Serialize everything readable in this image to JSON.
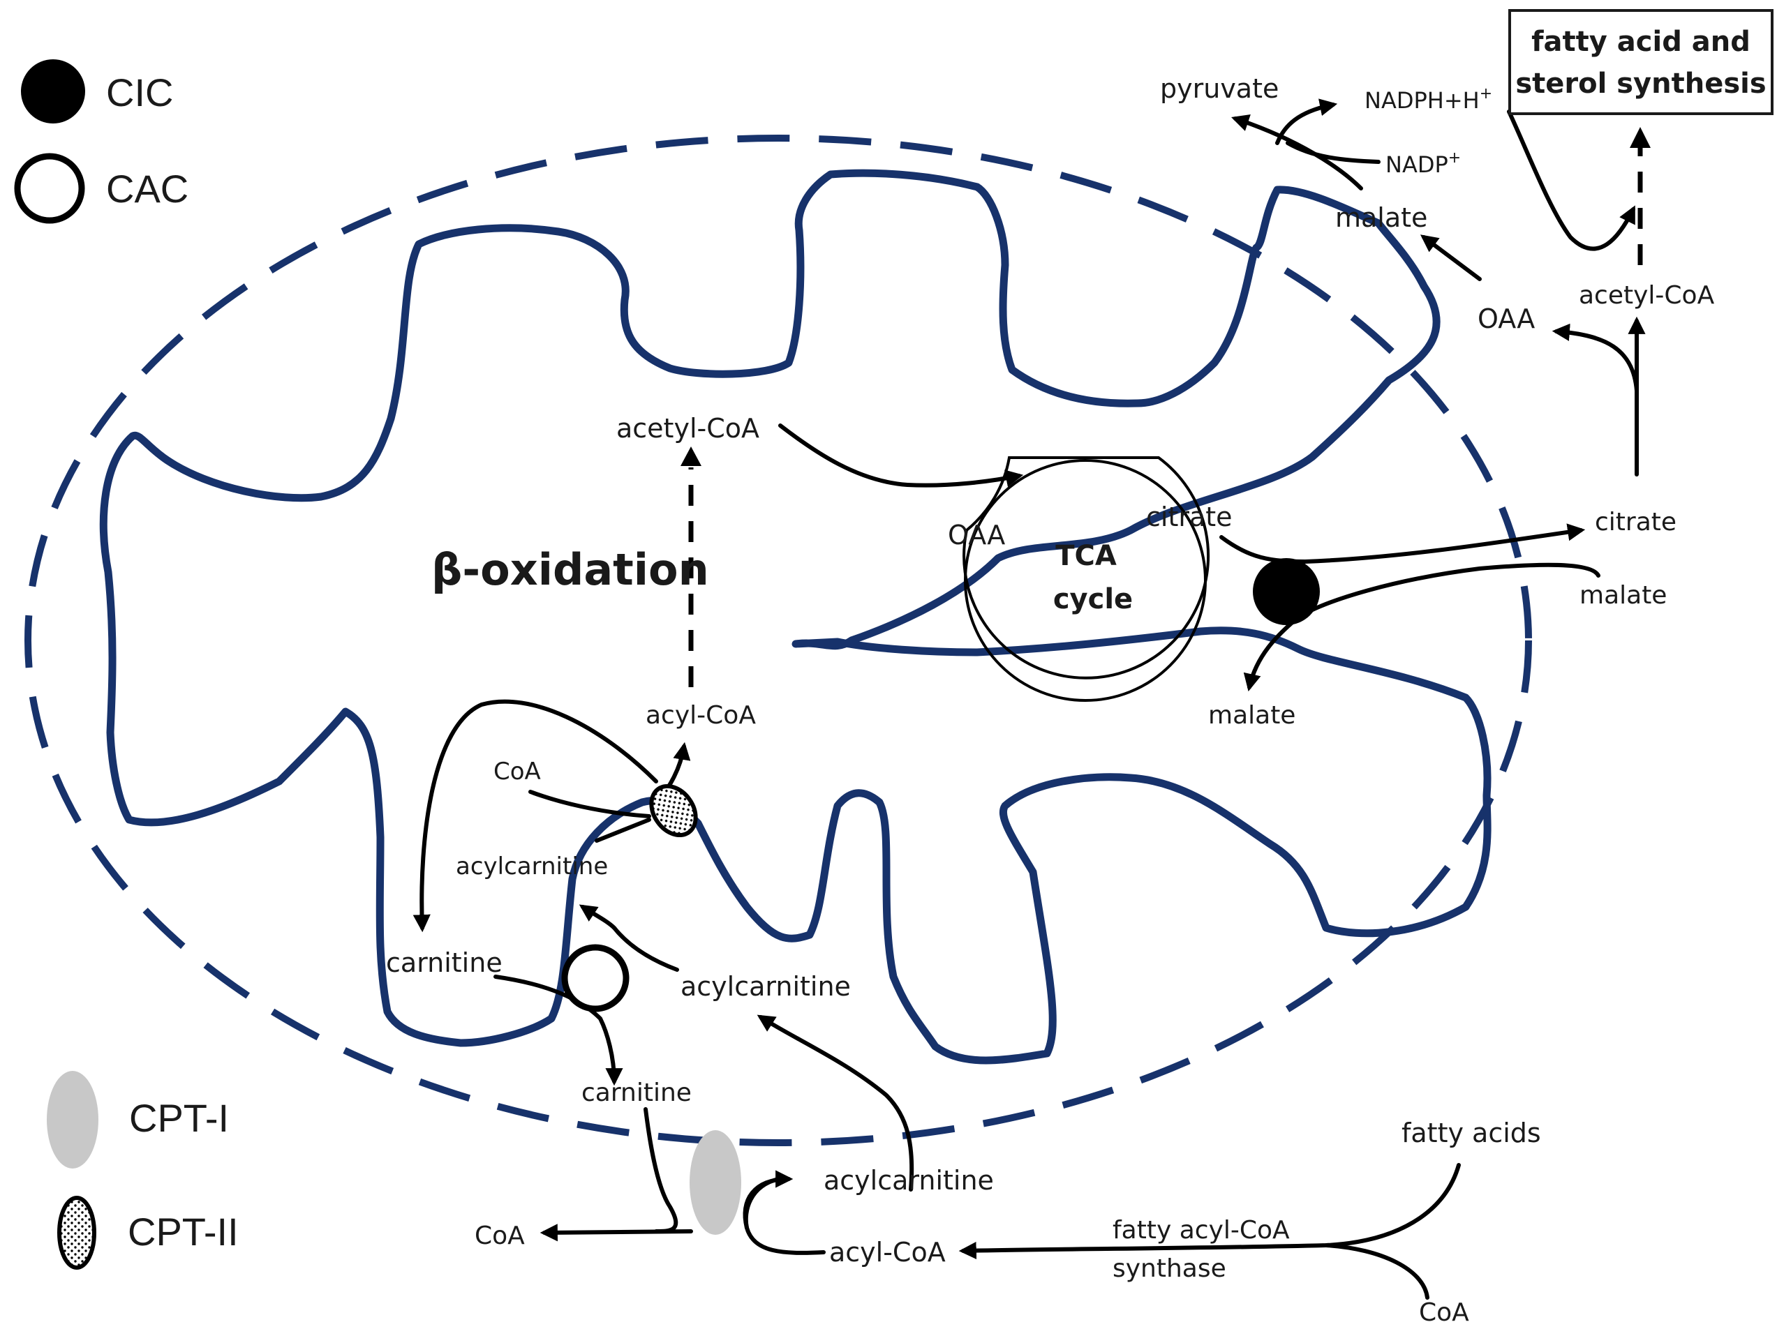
{
  "legend": {
    "cic": "CIC",
    "cac": "CAC",
    "cpt1": "CPT-I",
    "cpt2": "CPT-II"
  },
  "box": {
    "line1": "fatty acid and",
    "line2": "sterol synthesis"
  },
  "cytosol": {
    "pyruvate": "pyruvate",
    "nadph": "NADPH+H",
    "nadph_sup": "+",
    "nadp": "NADP",
    "nadp_sup": "+",
    "malate_top": "malate",
    "oaa": "OAA",
    "acetyl_coa": "acetyl-CoA",
    "citrate": "citrate",
    "malate_right": "malate",
    "fatty_acids": "fatty acids",
    "enzyme_line1": "fatty acyl-CoA",
    "enzyme_line2": "synthase",
    "coa_bottom": "CoA",
    "acyl_coa": "acyl-CoA",
    "acylcarnitine": "acylcarnitine",
    "coa_left": "CoA"
  },
  "matrix": {
    "acetyl_coa": "acetyl-CoA",
    "beta_oxidation": "β-oxidation",
    "oaa": "OAA",
    "tca_line1": "TCA",
    "tca_line2": "cycle",
    "citrate": "citrate",
    "malate": "malate",
    "acyl_coa": "acyl-CoA",
    "coa": "CoA",
    "acylcarnitine_upper": "acylcarnitine",
    "carnitine": "carnitine"
  },
  "intermembrane": {
    "acylcarnitine": "acylcarnitine",
    "carnitine": "carnitine"
  },
  "colors": {
    "membrane": "#17326b",
    "cpt1": "#c8c8c8"
  }
}
